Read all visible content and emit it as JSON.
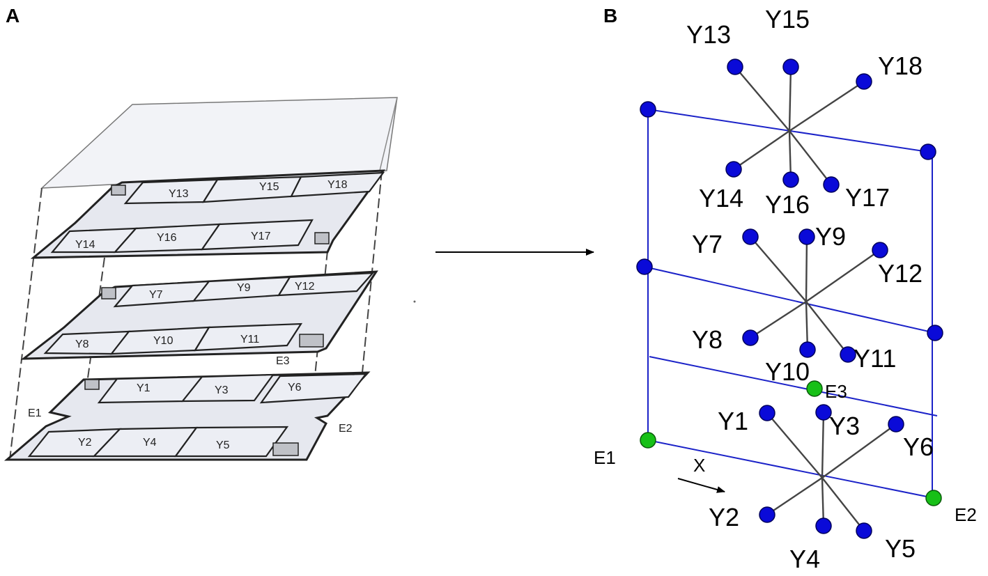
{
  "panel_a": {
    "label": "A",
    "rooms": {
      "y1": "Y1",
      "y2": "Y2",
      "y3": "Y3",
      "y4": "Y4",
      "y5": "Y5",
      "y6": "Y6",
      "y7": "Y7",
      "y8": "Y8",
      "y9": "Y9",
      "y10": "Y10",
      "y11": "Y11",
      "y12": "Y12",
      "y13": "Y13",
      "y14": "Y14",
      "y15": "Y15",
      "y16": "Y16",
      "y17": "Y17",
      "y18": "Y18"
    },
    "exits": {
      "e1": "E1",
      "e2": "E2",
      "e3": "E3"
    }
  },
  "panel_b": {
    "label": "B",
    "axis_label": "X",
    "rooms": {
      "y1": "Y1",
      "y2": "Y2",
      "y3": "Y3",
      "y4": "Y4",
      "y5": "Y5",
      "y6": "Y6",
      "y7": "Y7",
      "y8": "Y8",
      "y9": "Y9",
      "y10": "Y10",
      "y11": "Y11",
      "y12": "Y12",
      "y13": "Y13",
      "y14": "Y14",
      "y15": "Y15",
      "y16": "Y16",
      "y17": "Y17",
      "y18": "Y18"
    },
    "exits": {
      "e1": "E1",
      "e2": "E2",
      "e3": "E3"
    }
  },
  "colors": {
    "room_node": "#0a0ad8",
    "exit_node": "#17c017",
    "wall_line": "#1b22c8",
    "spoke_line": "#444444"
  }
}
